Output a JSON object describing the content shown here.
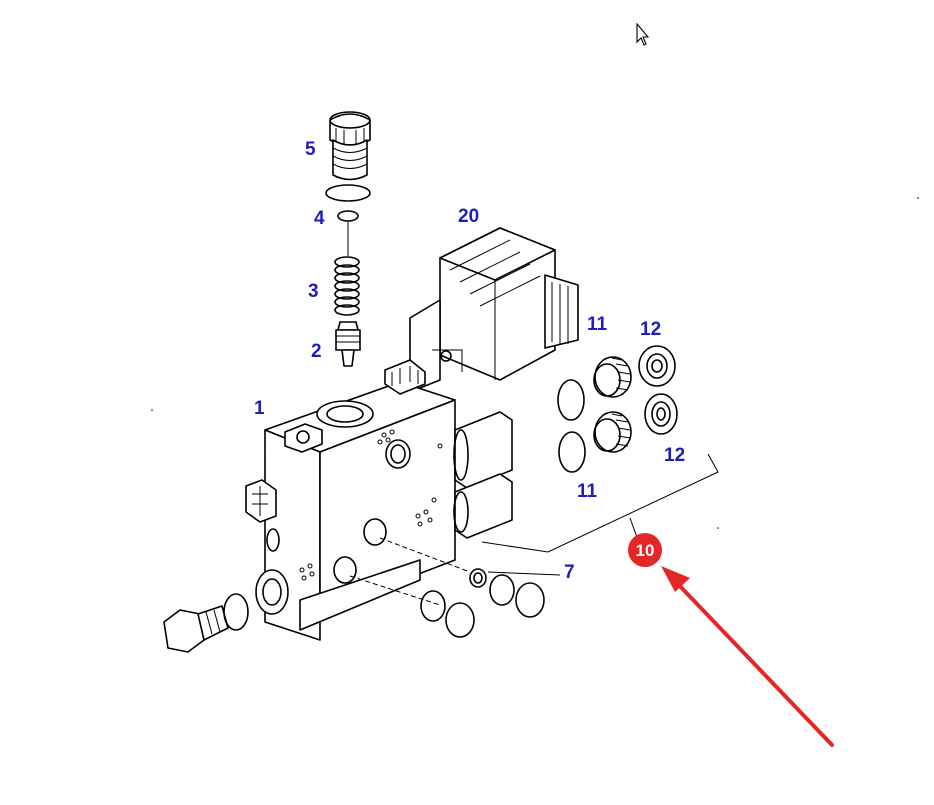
{
  "diagram": {
    "callouts": {
      "p1": "1",
      "p2": "2",
      "p3": "3",
      "p4": "4",
      "p5": "5",
      "p7": "7",
      "p11a": "11",
      "p11b": "11",
      "p12a": "12",
      "p12b": "12",
      "p20": "20"
    },
    "highlight": {
      "label": "10",
      "color": "#e32626"
    },
    "callout_color": "#1f1fb8",
    "icons": [
      "cursor-arrow-icon",
      "pointer-arrow-icon"
    ]
  }
}
